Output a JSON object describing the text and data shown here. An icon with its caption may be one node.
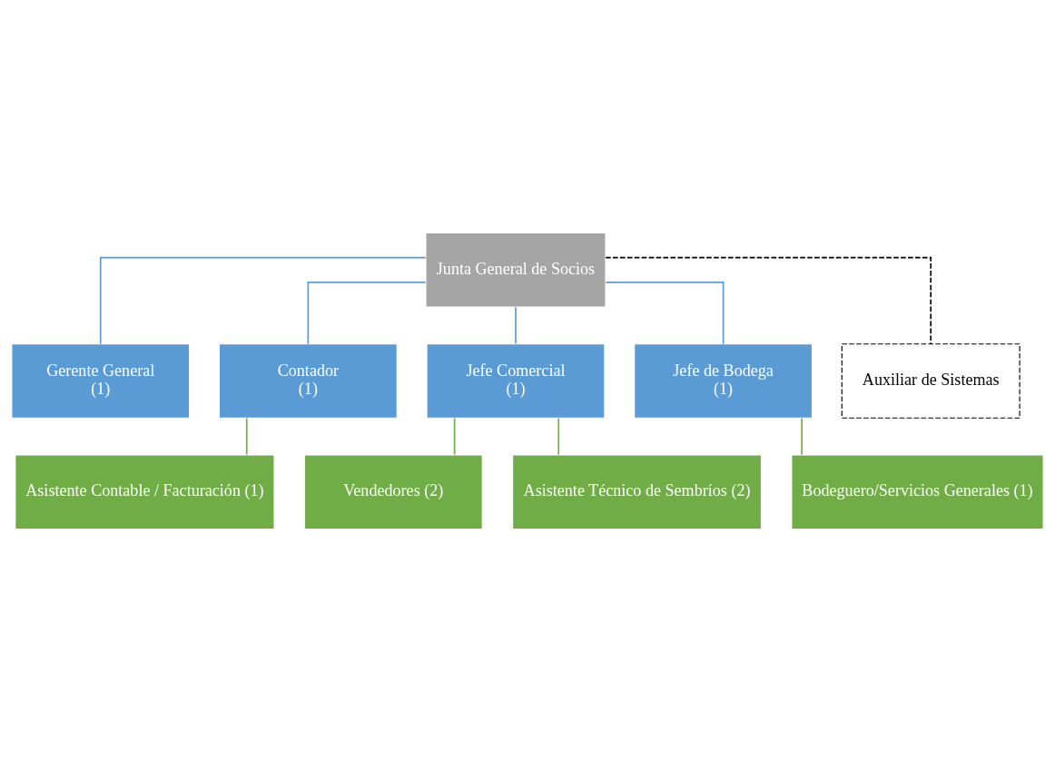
{
  "diagram": {
    "nodes": [
      {
        "text": [
          "Junta General de Socios"
        ]
      },
      {
        "text": [
          "Gerente General",
          "(1)"
        ]
      },
      {
        "text": [
          "Contador",
          "(1)"
        ]
      },
      {
        "text": [
          "Jefe Comercial",
          "(1)"
        ]
      },
      {
        "text": [
          "Jefe de Bodega",
          "(1)"
        ]
      },
      {
        "text": [
          "Auxiliar de Sistemas"
        ]
      },
      {
        "text": [
          "Asistente Contable / Facturación (1)"
        ]
      },
      {
        "text": [
          "Vendedores (2)"
        ]
      },
      {
        "text": [
          "Asistente Técnico de Sembríos (2)"
        ]
      },
      {
        "text": [
          "Bodeguero/Servicios Generales (1)"
        ]
      }
    ],
    "edges": [
      {
        "from": 0,
        "to": 1,
        "arrow": "none"
      },
      {
        "from": 0,
        "to": 2,
        "arrow": "none"
      },
      {
        "from": 0,
        "to": 3,
        "arrow": "none"
      },
      {
        "from": 0,
        "to": 4,
        "arrow": "none"
      },
      {
        "from": 0,
        "to": 5,
        "arrow": "none",
        "style": "dashed",
        "color": "#000000"
      },
      {
        "from": 2,
        "to": 6,
        "arrow": "none",
        "color": "#70ad47"
      },
      {
        "from": 3,
        "to": 7,
        "arrow": "none",
        "color": "#70ad47"
      },
      {
        "from": 3,
        "to": 8,
        "arrow": "none",
        "color": "#70ad47"
      },
      {
        "from": 4,
        "to": 9,
        "arrow": "none",
        "color": "#70ad47"
      }
    ]
  }
}
